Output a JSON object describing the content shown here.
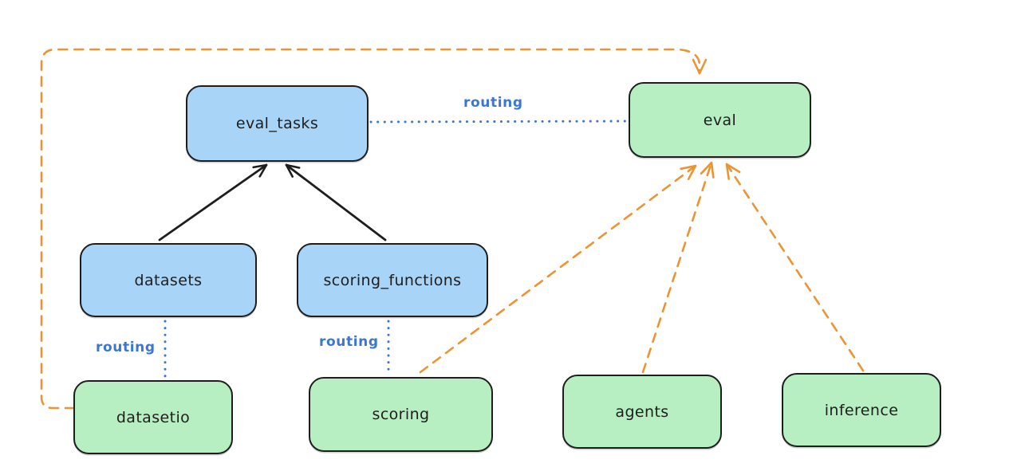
{
  "diagram": {
    "style": "hand-drawn-sketch",
    "background": "#ffffff"
  },
  "colors": {
    "ink": "#1e1e1e",
    "node_blue_fill": "#a8d4f7",
    "node_green_fill": "#b7efc2",
    "arrow_orange": "#ec9434",
    "routing_blue": "#3b77d2"
  },
  "nodes": {
    "eval_tasks": {
      "label": "eval_tasks",
      "color": "blue"
    },
    "eval": {
      "label": "eval",
      "color": "green"
    },
    "datasets": {
      "label": "datasets",
      "color": "blue"
    },
    "scoring_functions": {
      "label": "scoring_functions",
      "color": "blue"
    },
    "datasetio": {
      "label": "datasetio",
      "color": "green"
    },
    "scoring": {
      "label": "scoring",
      "color": "green"
    },
    "agents": {
      "label": "agents",
      "color": "green"
    },
    "inference": {
      "label": "inference",
      "color": "green"
    }
  },
  "edges": [
    {
      "from": "datasets",
      "to": "eval_tasks",
      "style": "solid",
      "color": "black",
      "arrow": true
    },
    {
      "from": "scoring_functions",
      "to": "eval_tasks",
      "style": "solid",
      "color": "black",
      "arrow": true
    },
    {
      "from": "eval_tasks",
      "to": "eval",
      "style": "dotted",
      "color": "blue",
      "label": "routing",
      "arrow": false
    },
    {
      "from": "datasets",
      "to": "datasetio",
      "style": "dotted",
      "color": "blue",
      "label": "routing",
      "arrow": false
    },
    {
      "from": "scoring_functions",
      "to": "scoring",
      "style": "dotted",
      "color": "blue",
      "label": "routing",
      "arrow": false
    },
    {
      "from": "datasetio",
      "to": "eval",
      "style": "dashed",
      "color": "orange",
      "arrow": true,
      "route": "around-left-and-top"
    },
    {
      "from": "scoring",
      "to": "eval",
      "style": "dashed",
      "color": "orange",
      "arrow": true
    },
    {
      "from": "agents",
      "to": "eval",
      "style": "dashed",
      "color": "orange",
      "arrow": true
    },
    {
      "from": "inference",
      "to": "eval",
      "style": "dashed",
      "color": "orange",
      "arrow": true
    }
  ]
}
